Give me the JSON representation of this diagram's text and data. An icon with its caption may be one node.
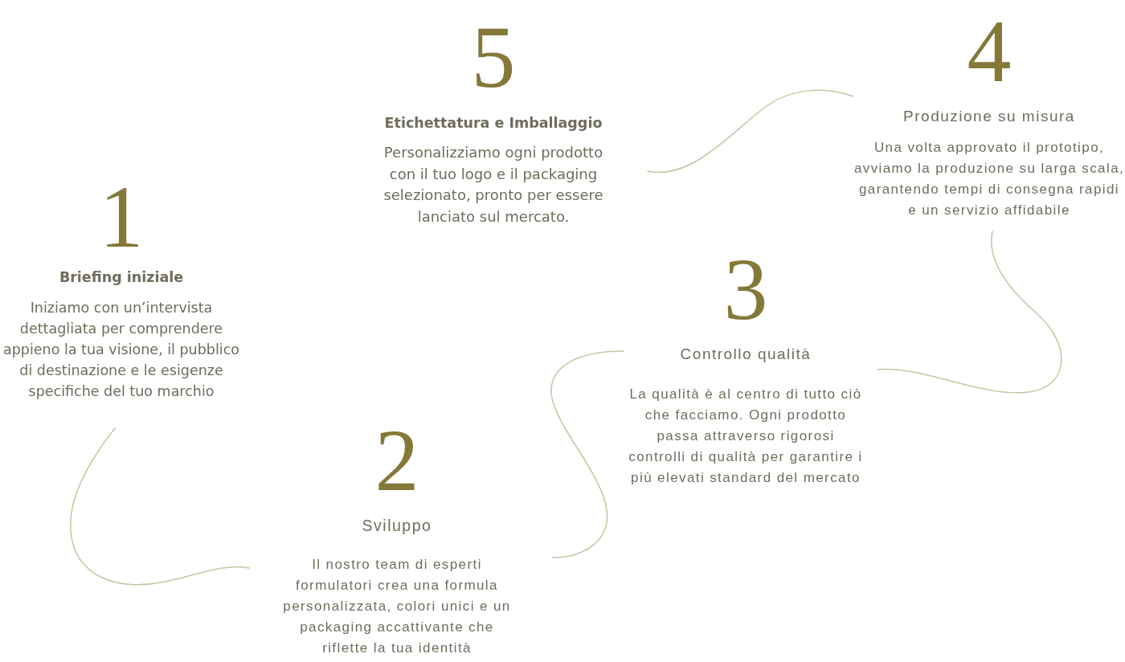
{
  "diagram": {
    "nodes": [
      {
        "text": [
          "1",
          "Briefing iniziale",
          "Iniziamo con un’intervista dettagliata per comprendere appieno la tua visione, il pubblico di destinazione e le esigenze specifiche del tuo marchio"
        ]
      },
      {
        "text": [
          "2",
          "Sviluppo",
          "Il nostro team di esperti formulatori crea una formula personalizzata, colori unici e un packaging accattivante che riflette la tua identità"
        ]
      },
      {
        "text": [
          "3",
          "Controllo qualità",
          "La qualità è al centro di tutto ciò che facciamo. Ogni prodotto passa attraverso rigorosi controlli di qualità per garantire i più elevati standard del mercato"
        ]
      },
      {
        "text": [
          "4",
          "Produzione su misura",
          "Una volta approvato il prototipo, avviamo la produzione su larga scala, garantendo tempi di consegna rapidi e un servizio affidabile"
        ]
      },
      {
        "text": [
          "5",
          "Etichettatura e Imballaggio",
          "Personalizziamo ogni prodotto con il tuo logo e il packaging selezionato, pronto per essere lanciato sul mercato."
        ]
      }
    ],
    "edges": [
      {
        "from": 0,
        "to": 1,
        "arrow": "none"
      },
      {
        "from": 1,
        "to": 2,
        "arrow": "none"
      },
      {
        "from": 2,
        "to": 3,
        "arrow": "none"
      },
      {
        "from": 3,
        "to": 4,
        "arrow": "none"
      }
    ]
  }
}
